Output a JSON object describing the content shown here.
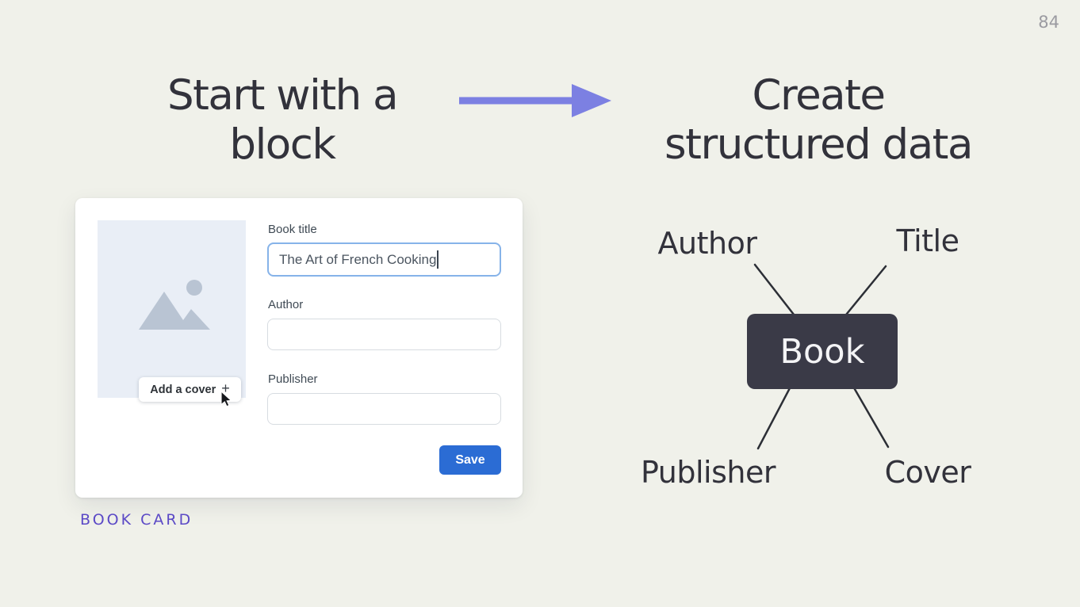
{
  "slide": {
    "page_number": "84"
  },
  "left_heading": {
    "line1": "Start with a",
    "line2": "block"
  },
  "right_heading": {
    "line1": "Create",
    "line2": "structured data"
  },
  "book_card": {
    "cover_placeholder": {
      "button_label": "Add a cover",
      "plus_icon": "+"
    },
    "fields": [
      {
        "label": "Book title",
        "value": "The Art of French Cooking",
        "focused": true
      },
      {
        "label": "Author",
        "value": ""
      },
      {
        "label": "Publisher",
        "value": ""
      }
    ],
    "save_button": "Save",
    "caption": "BOOK CARD"
  },
  "diagram": {
    "center_node": "Book",
    "nodes": [
      {
        "label": "Author"
      },
      {
        "label": "Title"
      },
      {
        "label": "Publisher"
      },
      {
        "label": "Cover"
      }
    ]
  },
  "colors": {
    "background": "#f0f1ea",
    "heading_text": "#32323b",
    "arrow": "#7c80e2",
    "card_background": "#ffffff",
    "cover_placeholder": "#e9eef6",
    "mountain_icon": "#b9c4d3",
    "focus_border": "#86b3e9",
    "save_button": "#2b6cd4",
    "caption": "#5b49c6",
    "node_box": "#3a3a47",
    "diagram_line": "#2c2f36"
  }
}
